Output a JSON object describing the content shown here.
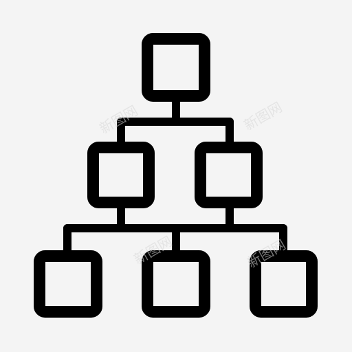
{
  "icon": {
    "name": "hierarchy-structure-icon",
    "stroke_color": "#000000",
    "background_color": "#f4f4f4"
  },
  "diagram": {
    "levels": [
      {
        "level": 1,
        "nodes": [
          "node-top"
        ]
      },
      {
        "level": 2,
        "nodes": [
          "node-mid-left",
          "node-mid-right"
        ]
      },
      {
        "level": 3,
        "nodes": [
          "node-bottom-left",
          "node-bottom-center",
          "node-bottom-right"
        ]
      }
    ],
    "connections": [
      [
        "node-top",
        "node-mid-left"
      ],
      [
        "node-top",
        "node-mid-right"
      ],
      [
        "node-mid-left",
        "node-bottom-left"
      ],
      [
        "node-mid-left",
        "node-bottom-center"
      ],
      [
        "node-mid-right",
        "node-bottom-center"
      ],
      [
        "node-mid-right",
        "node-bottom-right"
      ]
    ]
  },
  "watermark": {
    "text": "新图网"
  }
}
